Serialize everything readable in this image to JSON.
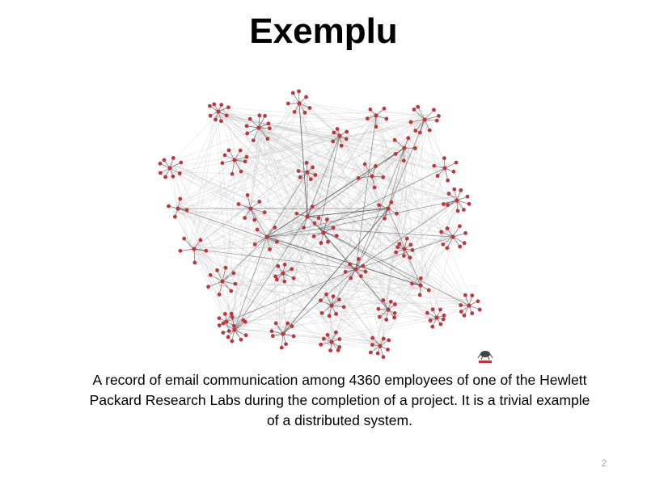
{
  "slide": {
    "title": "Exemplu",
    "caption": "A record of email communication among 4360 employees of one of the Hewlett Packard Research Labs during the completion of a project. It is a trivial example of a distributed system.",
    "page_number": "2"
  },
  "figure": {
    "node_color": "#c0343b",
    "edge_color": "#bdbdbd",
    "hub_edge_color": "#555555"
  }
}
